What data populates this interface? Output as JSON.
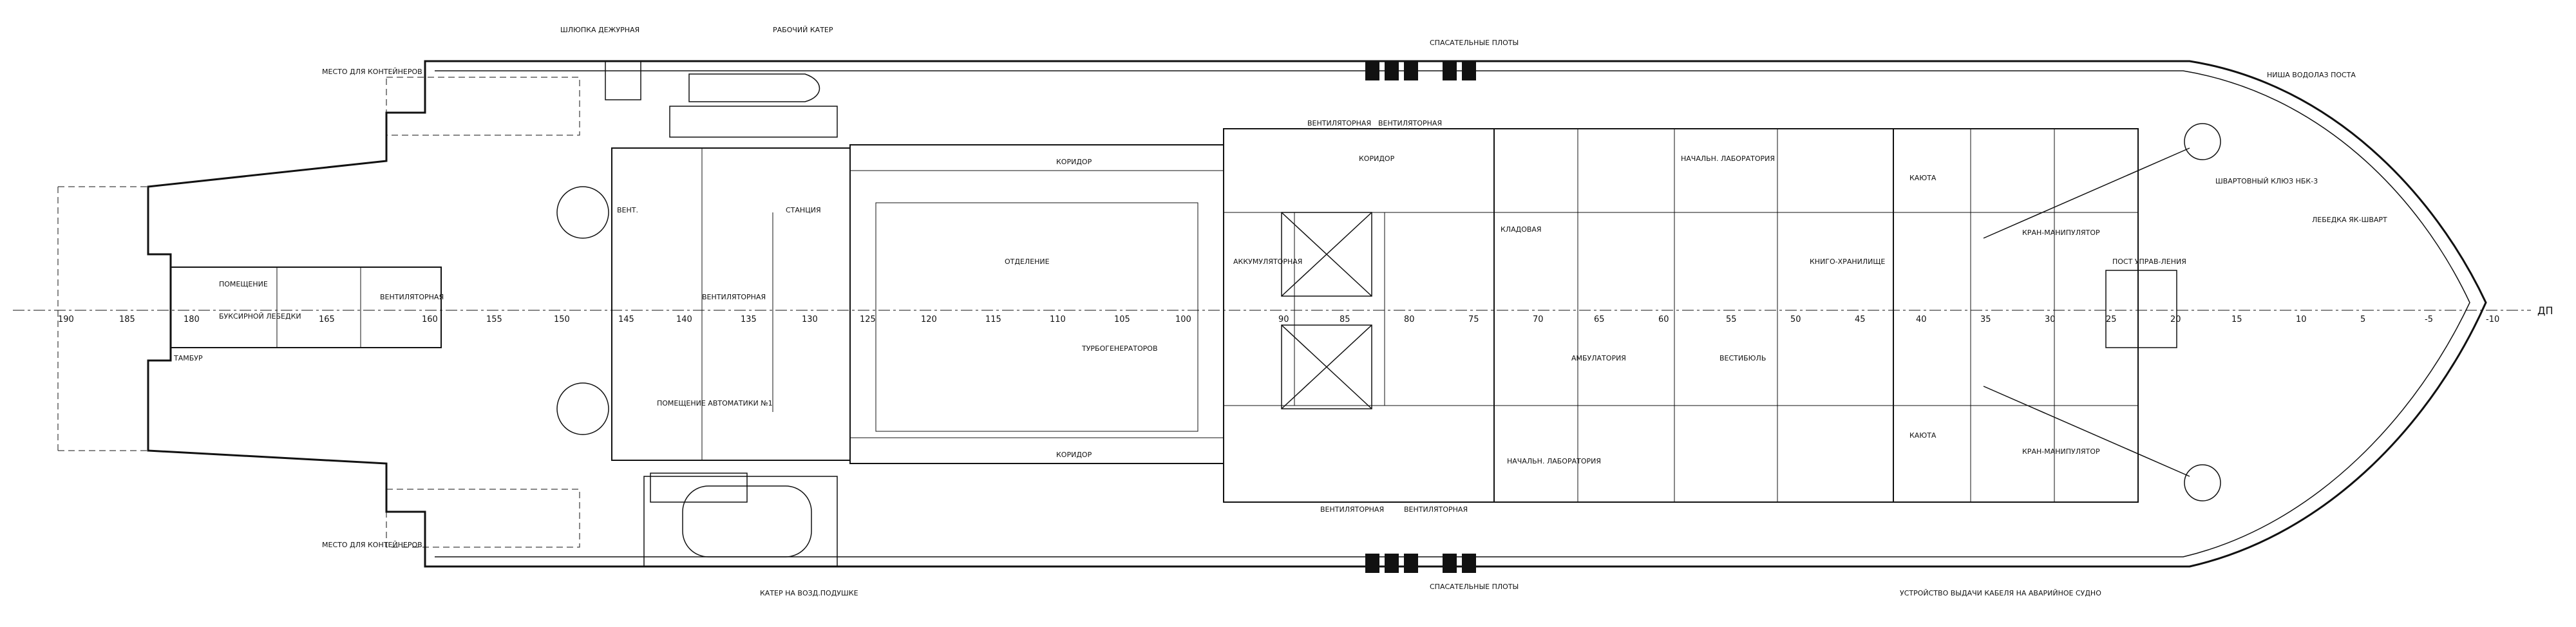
{
  "labels": {
    "shlyupka": "ШЛЮПКА ДЕЖУРНАЯ",
    "rabochiy_kater": "РАБОЧИЙ КАТЕР",
    "spas_ploty_top": "СПАСАТЕЛЬНЫЕ ПЛОТЫ",
    "spas_ploty_bottom": "СПАСАТЕЛЬНЫЕ ПЛОТЫ",
    "mesto_konteynerov_top": "МЕСТО ДЛЯ КОНТЕЙНЕРОВ",
    "mesto_konteynerov_bottom": "МЕСТО ДЛЯ КОНТЕЙНЕРОВ",
    "kater_vozd": "КАТЕР НА ВОЗД.ПОДУШКЕ",
    "ustroystvo_vydachi": "УСТРОЙСТВО ВЫДАЧИ КАБЕЛЯ НА АВАРИЙНОЕ СУДНО",
    "pomeshchenie_avtomatiki": "ПОМЕЩЕНИЕ АВТОМАТИКИ №1",
    "koridor": "КОРИДОР",
    "ventilyatornaya": "ВЕНТИЛЯТОРНАЯ",
    "tambur": "ТАМБУР",
    "otdelenie": "ОТДЕЛЕНИЕ",
    "turbogeneratorov": "ТУРБОГЕНЕРАТОРОВ",
    "pomeshchenie": "ПОМЕЩЕНИЕ",
    "buksirnoy_lebedki": "БУКСИРНОЙ ЛЕБЕДКИ",
    "kayuta": "КАЮТА",
    "post_upravleniya": "ПОСТ УПРАВ-ЛЕНИЯ",
    "kran_manipulyator": "КРАН-МАНИПУЛЯТОР",
    "knigokhranilishche": "КНИГО-ХРАНИЛИЩЕ",
    "ambulatoriya": "АМБУЛАТОРИЯ",
    "vestibyul": "ВЕСТИБЮЛЬ",
    "nachalnik_laboratoriya": "НАЧАЛЬН. ЛАБОРАТОРИЯ",
    "akkumulyatornaya": "АККУМУЛЯТОРНАЯ",
    "kladovaya": "КЛАДОВАЯ",
    "dp": "ДП",
    "nisha_vodolaz": "НИША ВОДОЛАЗ ПОСТА",
    "lebedka": "ЛЕБЕДКА ЯК-ШВАРТ",
    "shvartovnyy_klyuz": "ШВАРТОВНЫЙ КЛЮЗ НБК-3",
    "stanciya": "СТАНЦИЯ",
    "vent": "ВЕНТ."
  },
  "frames": [
    "190",
    "185",
    "180",
    "165",
    "160",
    "155",
    "150",
    "145",
    "140",
    "135",
    "130",
    "125",
    "120",
    "115",
    "110",
    "105",
    "100",
    "90",
    "85",
    "80",
    "75",
    "70",
    "65",
    "60",
    "55",
    "50",
    "45",
    "40",
    "35",
    "30",
    "25",
    "20",
    "15",
    "10",
    "5",
    "-5",
    "-10"
  ]
}
